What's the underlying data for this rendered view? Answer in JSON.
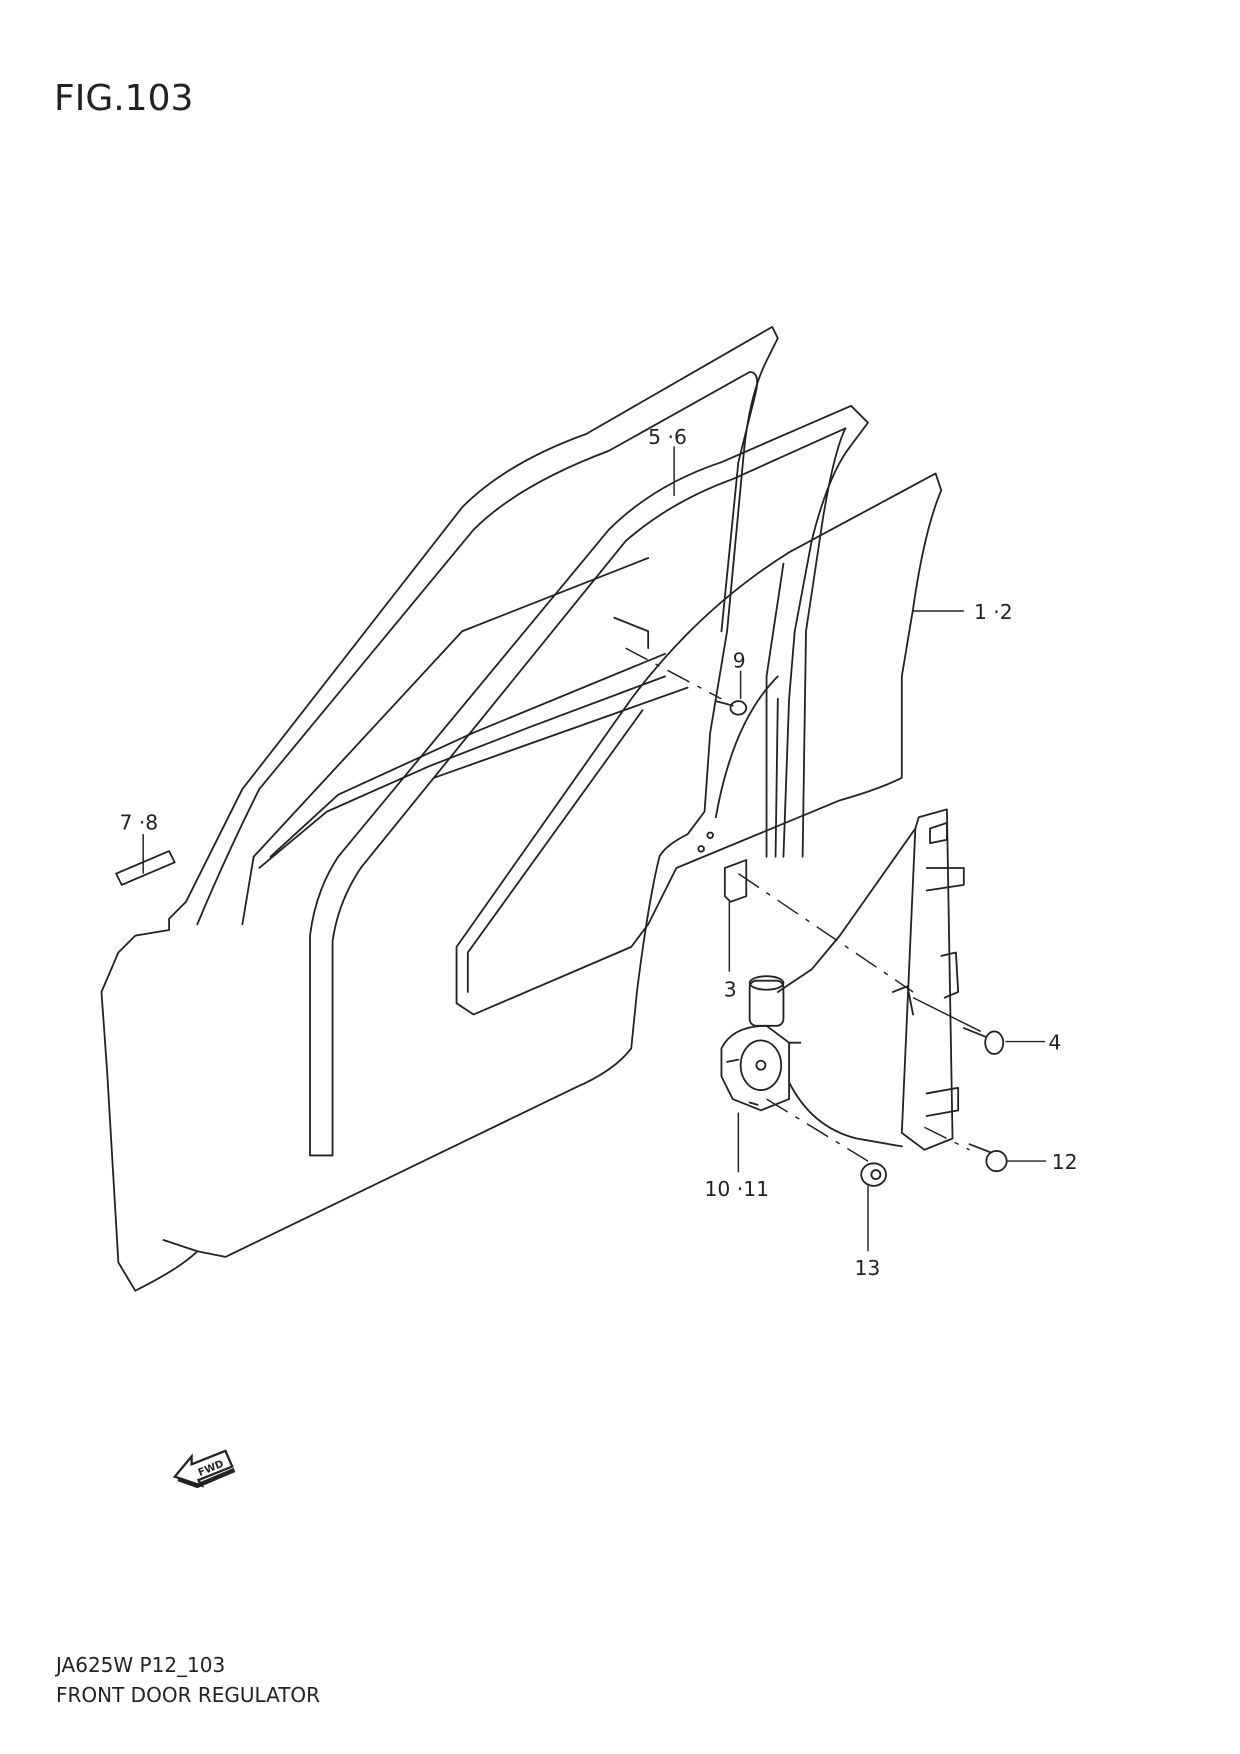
{
  "figure": {
    "title": "FIG.103"
  },
  "footer": {
    "model_code": "JA625W P12_103",
    "description": "FRONT DOOR REGULATOR"
  },
  "callouts": {
    "c1_2": "1 ·2",
    "c3": "3",
    "c4": "4",
    "c5_6": "5 ·6",
    "c7_8": "7 ·8",
    "c9": "9",
    "c10_11": "10 ·11",
    "c12": "12",
    "c13": "13"
  },
  "fwd_arrow": {
    "label": "FWD"
  }
}
